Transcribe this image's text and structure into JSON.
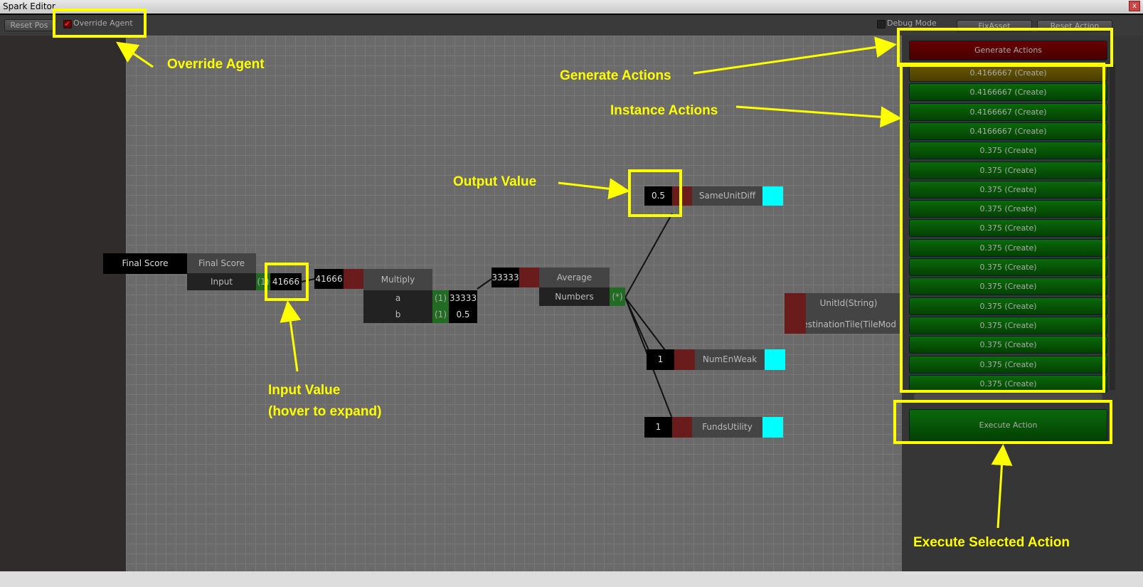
{
  "window": {
    "title": "Spark Editor",
    "close": "x"
  },
  "toolbar": {
    "reset_pos": "Reset Pos",
    "override_agent": "Override Agent",
    "debug_mode": "Debug Mode",
    "fix_asset": "FixAsset",
    "reset_action": "Reset Action"
  },
  "nodes": {
    "final_score": {
      "label": "Final Score",
      "header": "Final Score",
      "input": "Input",
      "port": "(1)",
      "value": "41666"
    },
    "multiply": {
      "output": "41666",
      "header": "Multiply",
      "a": "a",
      "b": "b",
      "port_a": "(1)",
      "port_b": "(1)",
      "value_a": "33333",
      "value_b": "0.5"
    },
    "average": {
      "output": "33333",
      "header": "Average",
      "numbers": "Numbers",
      "port": "(*)"
    },
    "same_unit_diff": {
      "value": "0.5",
      "label": "SameUnitDiff"
    },
    "num_en_weak": {
      "value": "1",
      "label": "NumEnWeak"
    },
    "funds_utility": {
      "value": "1",
      "label": "FundsUtility"
    },
    "unit": {
      "param1": "UnitId(String)",
      "param2": "estinationTile(TileMod"
    }
  },
  "actions": {
    "generate": "Generate Actions",
    "execute": "Execute Action",
    "items": [
      "0.4166667 (Create)",
      "0.4166667 (Create)",
      "0.4166667 (Create)",
      "0.4166667 (Create)",
      "0.375 (Create)",
      "0.375 (Create)",
      "0.375 (Create)",
      "0.375 (Create)",
      "0.375 (Create)",
      "0.375 (Create)",
      "0.375 (Create)",
      "0.375 (Create)",
      "0.375 (Create)",
      "0.375 (Create)",
      "0.375 (Create)",
      "0.375 (Create)",
      "0.375 (Create)"
    ]
  },
  "annotations": {
    "override_agent": "Override Agent",
    "generate_actions": "Generate Actions",
    "instance_actions": "Instance Actions",
    "output_value": "Output Value",
    "input_value": "Input Value",
    "input_value_hint": "(hover to expand)",
    "execute_selected": "Execute Selected Action"
  },
  "colors": {
    "annotation": "#ffff00",
    "selected_action": "#5a4a00",
    "action": "#034003",
    "generate": "#5a0000"
  }
}
